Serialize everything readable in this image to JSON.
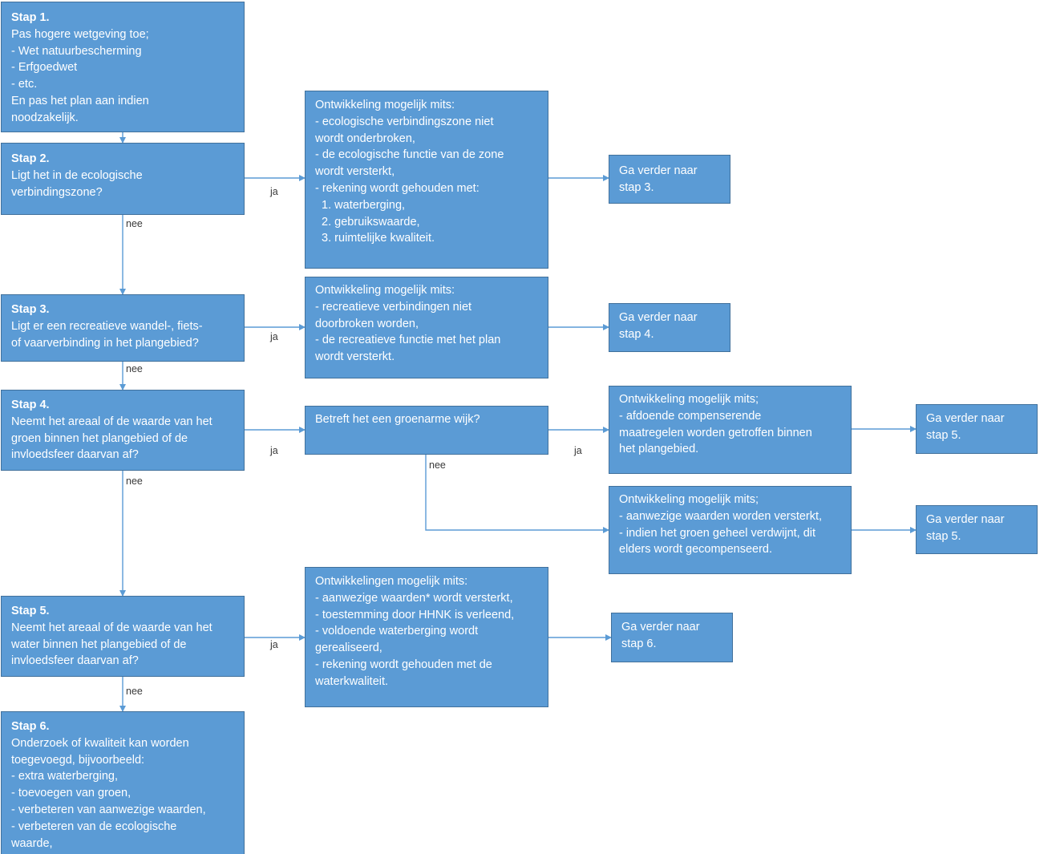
{
  "steps": {
    "stap1": {
      "title": "Stap 1.",
      "lines": [
        "Pas hogere wetgeving toe;",
        "- Wet natuurbescherming",
        "- Erfgoedwet",
        "- etc.",
        "En pas het plan aan indien",
        "noodzakelijk."
      ]
    },
    "stap2": {
      "title": "Stap 2.",
      "lines": [
        "Ligt het in de ecologische",
        "verbindingszone?"
      ]
    },
    "stap3": {
      "title": "Stap 3.",
      "lines": [
        "Ligt er een recreatieve wandel-, fiets-",
        "of vaarverbinding in het plangebied?"
      ]
    },
    "stap4": {
      "title": "Stap 4.",
      "lines": [
        "Neemt het areaal of de waarde van het",
        "groen binnen het plangebied of de",
        "invloedsfeer daarvan af?"
      ]
    },
    "stap5": {
      "title": "Stap 5.",
      "lines": [
        "Neemt het areaal of de waarde van het",
        "water binnen het plangebied of de",
        "invloedsfeer daarvan af?"
      ]
    },
    "stap6": {
      "title": "Stap 6.",
      "lines": [
        "Onderzoek of kwaliteit kan worden",
        "toegevoegd, bijvoorbeeld:",
        "- extra waterberging,",
        "- toevoegen van groen,",
        "- verbeteren van aanwezige waarden,",
        "- verbeteren van de ecologische",
        "waarde,"
      ]
    }
  },
  "conditions": {
    "eco": [
      "Ontwikkeling mogelijk mits:",
      "- ecologische verbindingszone niet",
      "wordt onderbroken,",
      "- de ecologische functie van de zone",
      "wordt versterkt,",
      "- rekening wordt gehouden met:",
      "  1. waterberging,",
      "  2. gebruikswaarde,",
      "  3. ruimtelijke kwaliteit."
    ],
    "rec": [
      "Ontwikkeling mogelijk mits:",
      "- recreatieve verbindingen niet",
      "doorbroken worden,",
      "- de recreatieve functie met het plan",
      "wordt versterkt."
    ],
    "groenarm_question": [
      "Betreft het een groenarme wijk?"
    ],
    "groen_ja": [
      "Ontwikkeling mogelijk mits;",
      "- afdoende compenserende",
      "maatregelen worden getroffen binnen",
      "het plangebied."
    ],
    "groen_nee": [
      "Ontwikkeling mogelijk mits;",
      "- aanwezige waarden worden versterkt,",
      "- indien het groen geheel verdwijnt, dit",
      "elders wordt gecompenseerd."
    ],
    "water": [
      "Ontwikkelingen mogelijk mits:",
      "- aanwezige waarden* wordt versterkt,",
      "- toestemming door HHNK is verleend,",
      "- voldoende waterberging wordt",
      "gerealiseerd,",
      "- rekening wordt gehouden met de",
      "waterkwaliteit."
    ]
  },
  "next": {
    "n3": [
      "Ga verder naar",
      "stap 3."
    ],
    "n4": [
      "Ga verder naar",
      "stap 4."
    ],
    "n5a": [
      "Ga verder naar",
      "stap 5."
    ],
    "n5b": [
      "Ga verder naar",
      "stap 5."
    ],
    "n6": [
      "Ga verder naar",
      "stap 6."
    ]
  },
  "labels": {
    "ja_2": "ja",
    "ja_3": "ja",
    "ja_4": "ja",
    "ja_groenarm": "ja",
    "ja_5": "ja",
    "nee_2": "nee",
    "nee_3": "nee",
    "nee_4": "nee",
    "nee_groenarm": "nee",
    "nee_5": "nee"
  },
  "colors": {
    "box_fill": "#5b9bd5",
    "box_border": "#41719c",
    "connector": "#5b9bd5",
    "box_text": "#ffffff",
    "label_text": "#3a3a3a"
  }
}
